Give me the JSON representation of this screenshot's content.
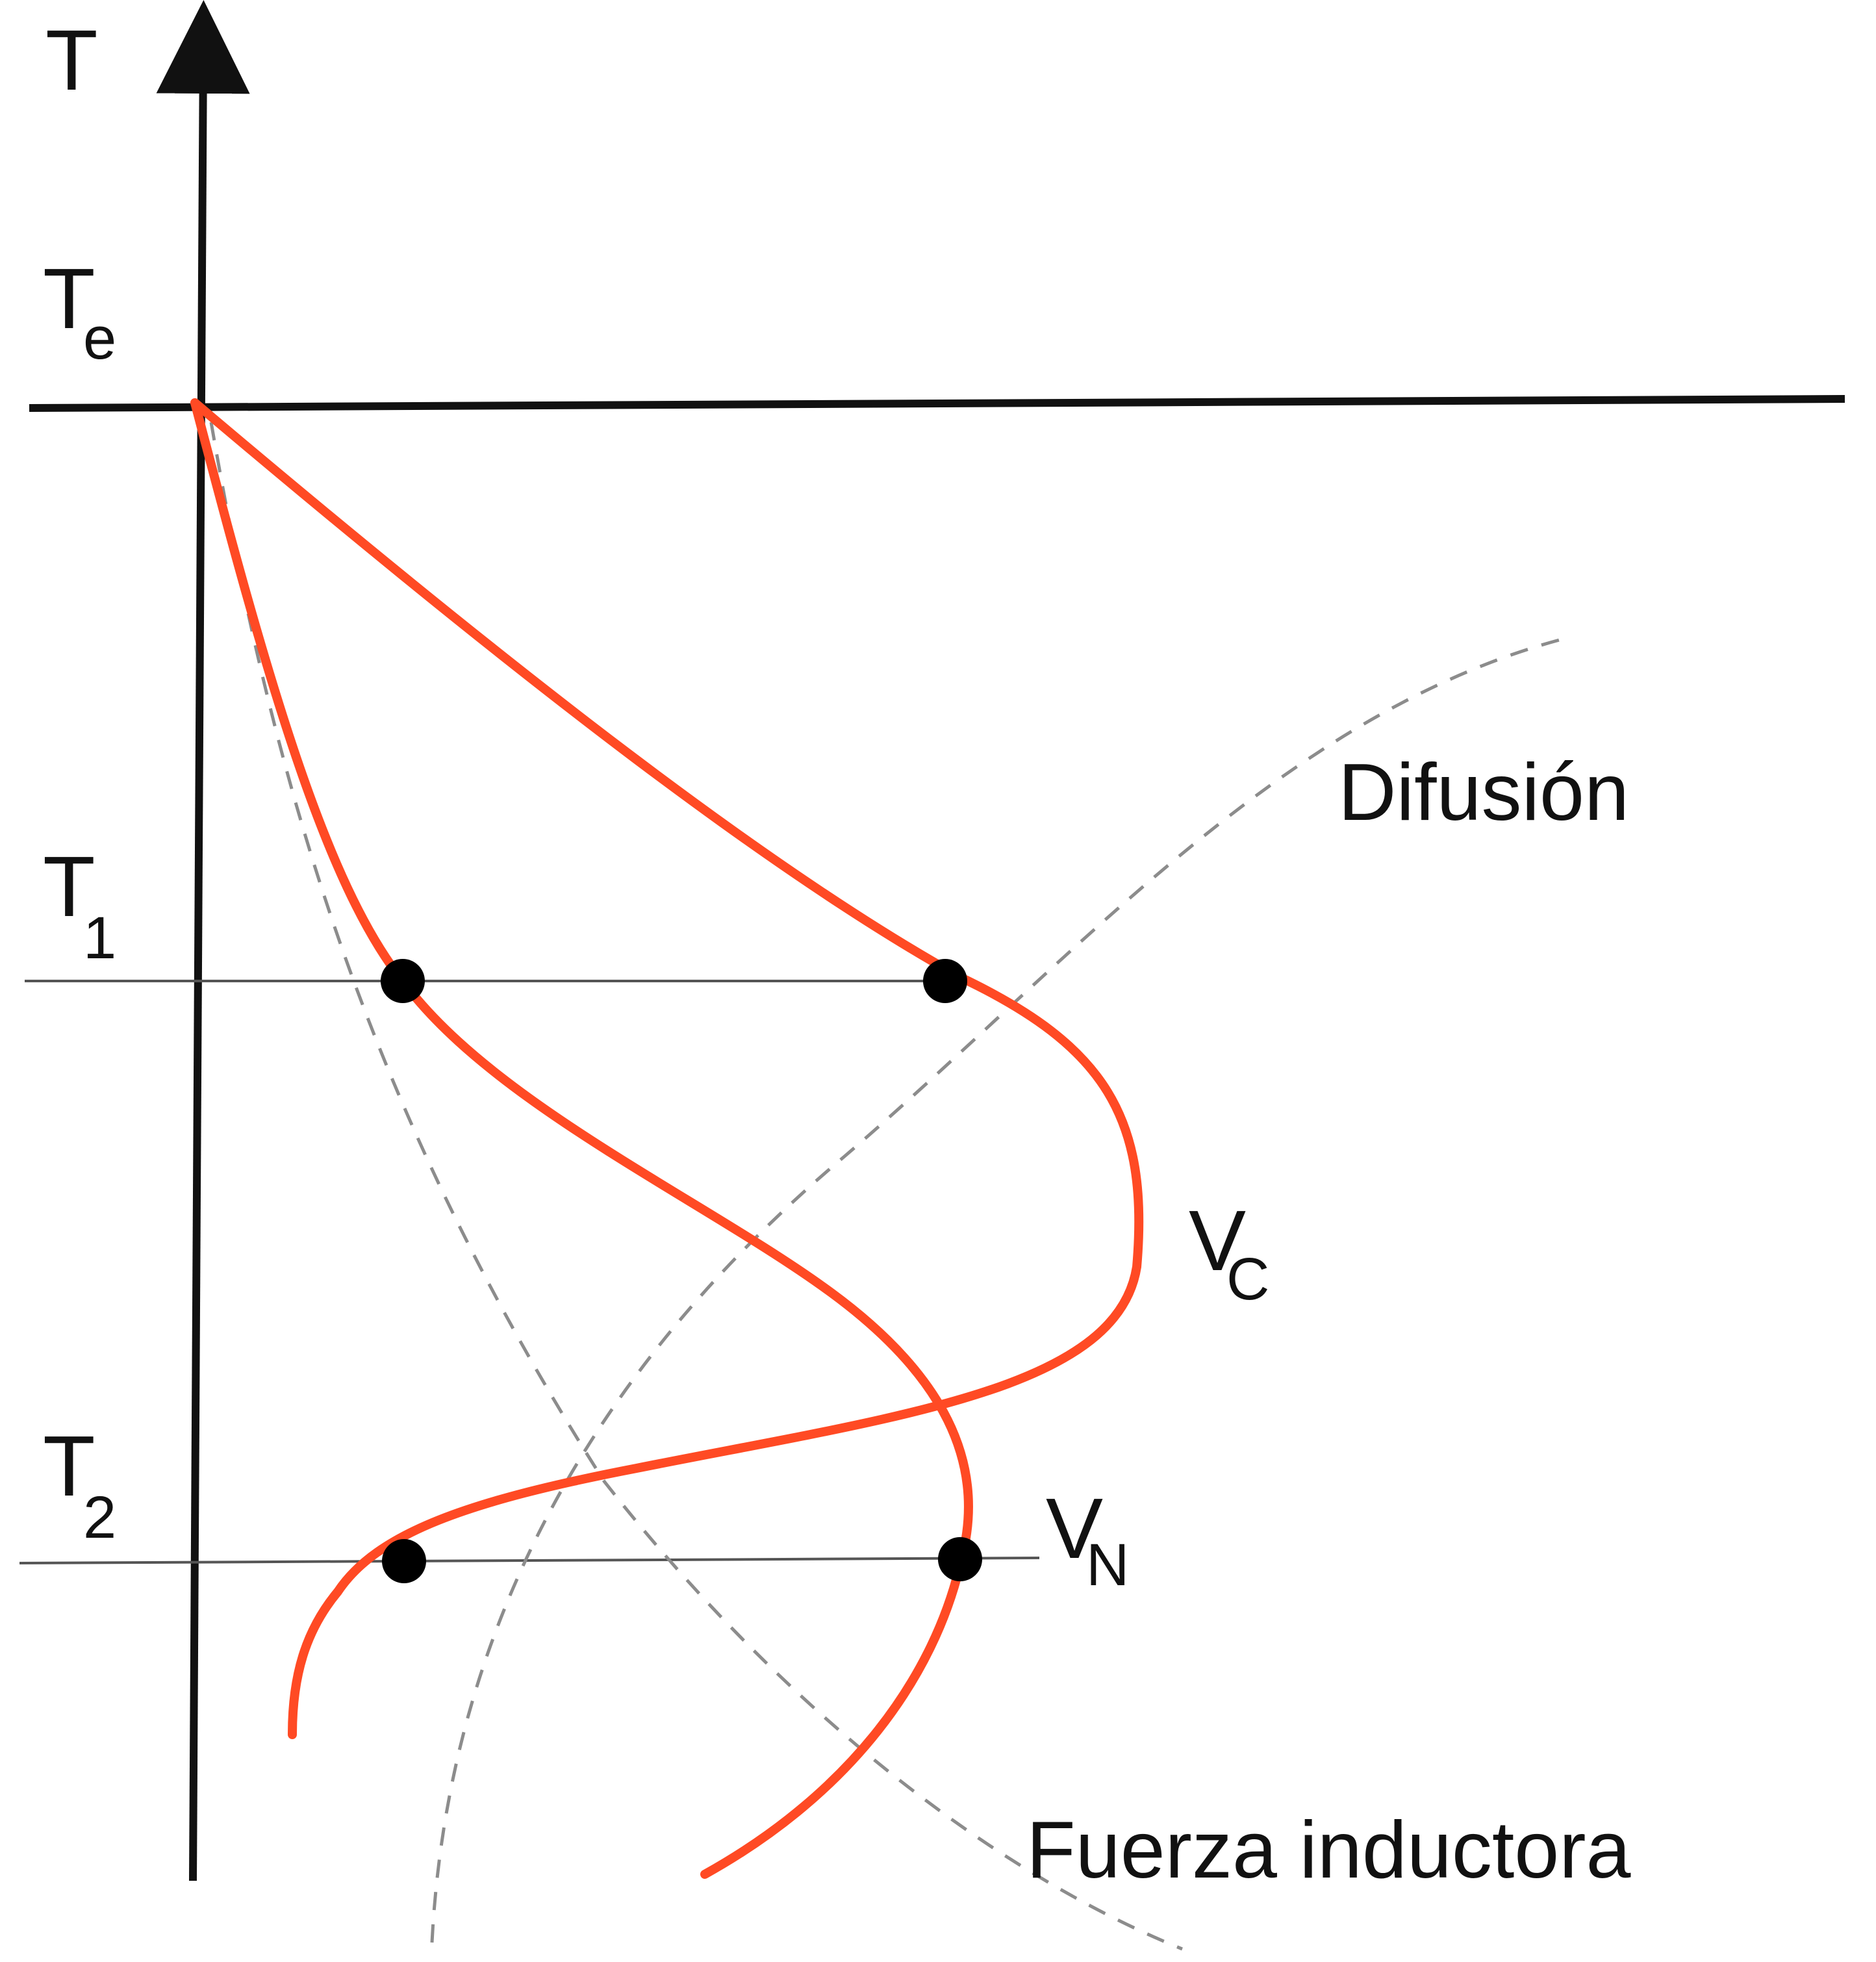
{
  "colors": {
    "axis": "#111111",
    "curve": "#ff4a24",
    "dashed": "#8c8c8c",
    "point": "#000000"
  },
  "labels": {
    "y_axis": "T",
    "te_main": "T",
    "te_sub": "e",
    "t1_main": "T",
    "t1_sub": "1",
    "t2_main": "T",
    "t2_sub": "2",
    "vc_main": "V",
    "vc_sub": "C",
    "vn_main": "V",
    "vn_sub": "N",
    "difusion": "Difusión",
    "fuerza": "Fuerza inductora"
  }
}
